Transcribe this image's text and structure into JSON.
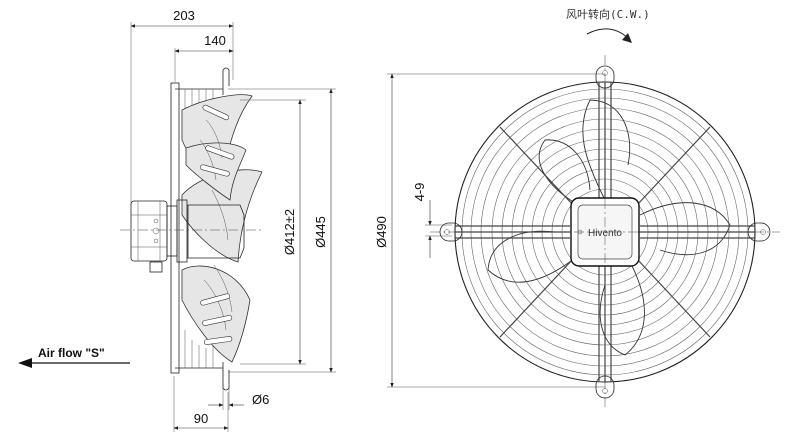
{
  "side_view": {
    "dim_203": "203",
    "dim_140": "140",
    "dim_412": "Ø412±2",
    "dim_445": "Ø445",
    "dim_6": "Ø6",
    "dim_90": "90",
    "airflow_label": "Air flow \"S\""
  },
  "front_view": {
    "rotation_label": "风叶转向(C.W.)",
    "dim_490": "Ø490",
    "dim_4_9": "4-9",
    "brand": "Hivento"
  }
}
